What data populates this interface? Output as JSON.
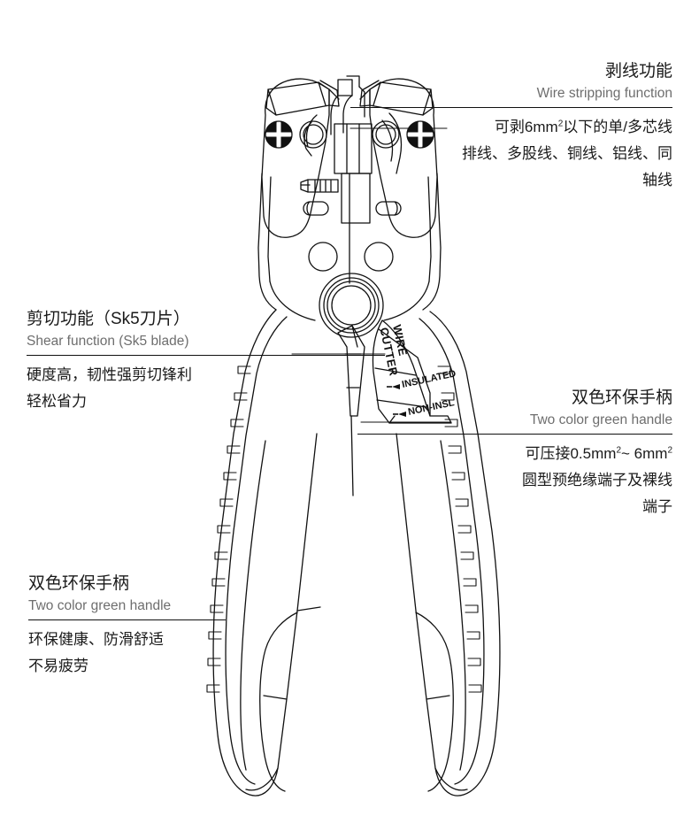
{
  "page": {
    "title": "Wire stripper product feature diagram",
    "background_color": "#ffffff",
    "heading_color": "#1a1a1a",
    "subheading_color": "#6e6e6e",
    "line_color": "#111111"
  },
  "callouts": {
    "stripping": {
      "heading": "剥线功能",
      "subheading": "Wire stripping function",
      "desc_line_1_pre": "可剥6mm",
      "desc_line_1_sup": "2",
      "desc_line_1_post": "以下的单/多芯线",
      "desc_line_2": "排线、多股线、铜线、铝线、同",
      "desc_line_3": "轴线"
    },
    "shear": {
      "heading": "剪切功能（Sk5刀片）",
      "subheading": "Shear function (Sk5 blade)",
      "desc_line_1": "硬度高，韧性强剪切锋利",
      "desc_line_2": "轻松省力"
    },
    "handle_right": {
      "heading": "双色环保手柄",
      "subheading": "Two color green handle",
      "desc_line_1_pre": "可压接0.5mm",
      "desc_line_1_sup1": "2",
      "desc_line_1_mid": "~ 6mm",
      "desc_line_1_sup2": "2",
      "desc_line_2": "圆型预绝缘端子及裸线",
      "desc_line_3": "端子"
    },
    "handle_bottom": {
      "heading": "双色环保手柄",
      "subheading": "Two color green handle",
      "desc_line_1": "环保健康、防滑舒适",
      "desc_line_2": "不易疲劳"
    }
  },
  "tool_engravings": {
    "wire_cutter": "WIRE CUTTER",
    "insulated": "INSULATED",
    "non_insulated": "NON-INSL"
  }
}
